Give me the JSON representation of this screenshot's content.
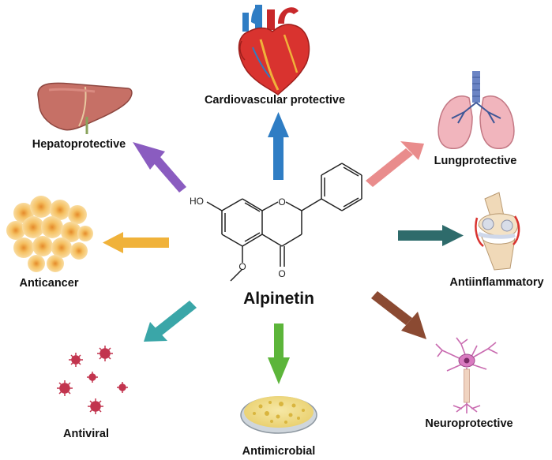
{
  "center": {
    "compound_name": "Alpinetin",
    "atoms": {
      "ho": "HO",
      "o_ring": "O",
      "o_carbonyl": "O"
    }
  },
  "effects": {
    "cardio": "Cardiovascular protective",
    "hepato": "Hepatoprotective",
    "lung": "Lungprotective",
    "anticancer": "Anticancer",
    "antiinflam": "Antiinflammatory",
    "antiviral": "Antiviral",
    "antimicrobial": "Antimicrobial",
    "neuro": "Neuroprotective"
  },
  "colors": {
    "cardio_arrow": "#2f7dc4",
    "hepato_arrow": "#8a5cc0",
    "lung_arrow": "#e98c8c",
    "anticancer_arrow": "#f0b23a",
    "antiinflam_arrow": "#2e6b6b",
    "antiviral_arrow": "#3aa6a8",
    "antimicrobial_arrow": "#5cb53a",
    "neuro_arrow": "#8b4a32"
  },
  "icons": {
    "cardio": "heart-icon",
    "hepato": "liver-icon",
    "lung": "lungs-icon",
    "anticancer": "cancer-cells-icon",
    "antiinflam": "knee-joint-icon",
    "antiviral": "virus-icon",
    "antimicrobial": "petri-dish-icon",
    "neuro": "neuron-icon"
  }
}
